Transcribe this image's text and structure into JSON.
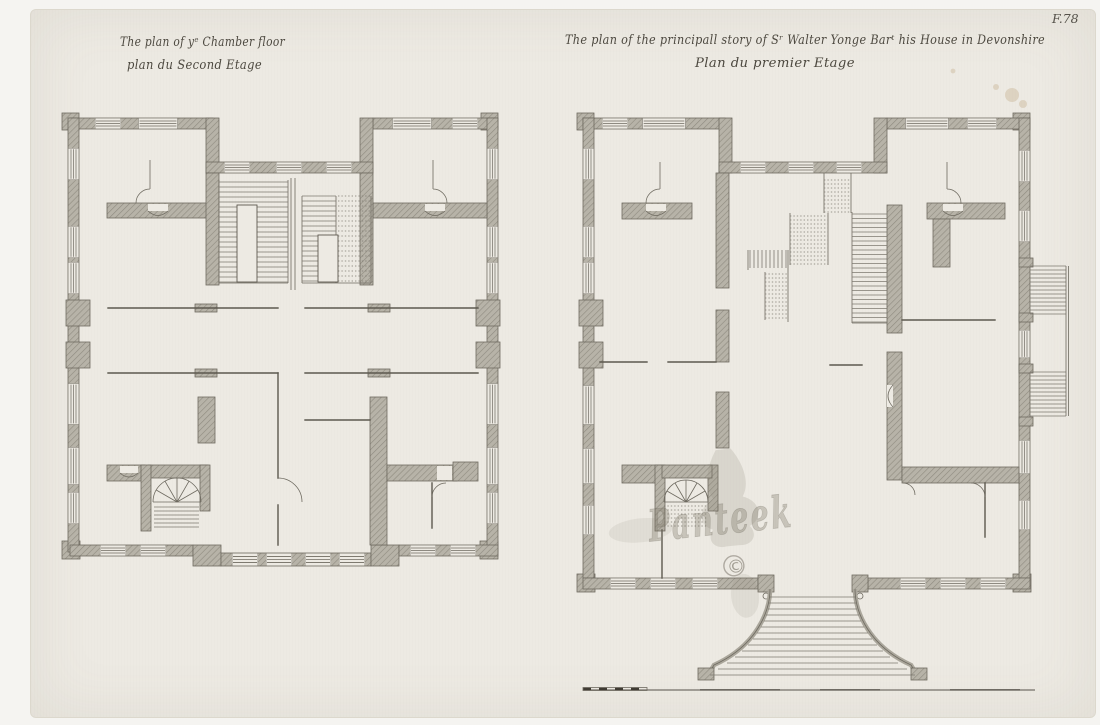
{
  "plate": {
    "number": "F.78"
  },
  "plans": [
    {
      "id": "chamber-floor-second-etage",
      "title_en": "The plan of yᵉ Chamber floor",
      "title_fr": "plan du Second Etage"
    },
    {
      "id": "principall-story-premier-etage",
      "title_en": "The plan of the principall story of Sʳ Walter Yonge Barᵗ his House in Devonshire",
      "title_fr": "Plan du premier Etage"
    }
  ],
  "watermark": {
    "name": "Panteek",
    "copyright": "©"
  },
  "colors": {
    "paper": "#f5f4f1",
    "plate_paper": "#edeae3",
    "wall_fill": "#b7b3a8",
    "wall_hatch": "#8f8b80",
    "ink": "#5d594f",
    "line": "#6e6a60",
    "stain": "#9e763e"
  }
}
